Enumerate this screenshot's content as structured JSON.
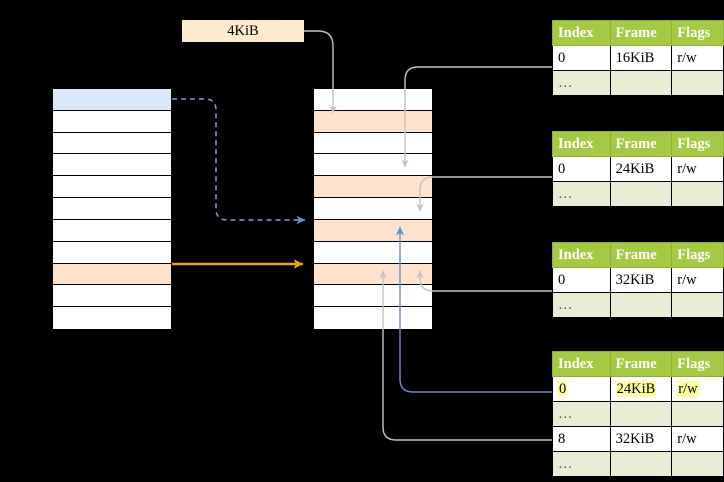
{
  "diagram": {
    "title": "Multi-level page table address translation",
    "background": "#000000",
    "colors": {
      "highlight_blue": "#dbe8f9",
      "highlight_peach": "#fde3cd",
      "header_green": "#a6c943",
      "row_alt_green": "#e8eed6",
      "note_bg": "#fdebcd",
      "arrow_gray": "#c8c8c8",
      "arrow_blue": "#6b8fc9",
      "arrow_orange": "#e8a317",
      "mark_yellow": "#ffffa0"
    }
  },
  "note": {
    "label": "4KiB"
  },
  "memory_left": {
    "name": "virtual-address-space-column",
    "row_count": 11,
    "rows": [
      {
        "index": 0,
        "fill": "blue"
      },
      {
        "index": 1,
        "fill": "none"
      },
      {
        "index": 2,
        "fill": "none"
      },
      {
        "index": 3,
        "fill": "none"
      },
      {
        "index": 4,
        "fill": "none"
      },
      {
        "index": 5,
        "fill": "none"
      },
      {
        "index": 6,
        "fill": "none"
      },
      {
        "index": 7,
        "fill": "none"
      },
      {
        "index": 8,
        "fill": "peach"
      },
      {
        "index": 9,
        "fill": "none"
      },
      {
        "index": 10,
        "fill": "none"
      }
    ]
  },
  "memory_right": {
    "name": "physical-memory-column",
    "row_count": 11,
    "rows": [
      {
        "index": 0,
        "fill": "none"
      },
      {
        "index": 1,
        "fill": "peach"
      },
      {
        "index": 2,
        "fill": "none"
      },
      {
        "index": 3,
        "fill": "none"
      },
      {
        "index": 4,
        "fill": "peach"
      },
      {
        "index": 5,
        "fill": "none"
      },
      {
        "index": 6,
        "fill": "peach"
      },
      {
        "index": 7,
        "fill": "none"
      },
      {
        "index": 8,
        "fill": "peach"
      },
      {
        "index": 9,
        "fill": "none"
      },
      {
        "index": 10,
        "fill": "none"
      }
    ]
  },
  "page_tables": [
    {
      "id": "page-table-1",
      "headers": [
        "Index",
        "Frame",
        "Flags"
      ],
      "rows": [
        {
          "index": "0",
          "frame": "16KiB",
          "flags": "r/w",
          "style": "normal"
        },
        {
          "index": "…",
          "frame": "",
          "flags": "",
          "style": "ellipsis"
        }
      ]
    },
    {
      "id": "page-table-2",
      "headers": [
        "Index",
        "Frame",
        "Flags"
      ],
      "rows": [
        {
          "index": "0",
          "frame": "24KiB",
          "flags": "r/w",
          "style": "normal"
        },
        {
          "index": "…",
          "frame": "",
          "flags": "",
          "style": "ellipsis"
        }
      ]
    },
    {
      "id": "page-table-3",
      "headers": [
        "Index",
        "Frame",
        "Flags"
      ],
      "rows": [
        {
          "index": "0",
          "frame": "32KiB",
          "flags": "r/w",
          "style": "normal"
        },
        {
          "index": "…",
          "frame": "",
          "flags": "",
          "style": "ellipsis"
        }
      ]
    },
    {
      "id": "page-table-4",
      "headers": [
        "Index",
        "Frame",
        "Flags"
      ],
      "rows": [
        {
          "index": "0",
          "frame": "24KiB",
          "flags": "r/w",
          "style": "highlighted"
        },
        {
          "index": "…",
          "frame": "",
          "flags": "",
          "style": "ellipsis"
        },
        {
          "index": "8",
          "frame": "32KiB",
          "flags": "r/w",
          "style": "normal"
        },
        {
          "index": "…",
          "frame": "",
          "flags": "",
          "style": "ellipsis"
        }
      ]
    }
  ],
  "connections": [
    {
      "name": "note-to-frame-1",
      "from": "4KiB label",
      "to": "physical-memory row 1",
      "color": "gray",
      "style": "solid"
    },
    {
      "name": "table1-to-frame-4",
      "from": "page-table-1 row 0",
      "to": "physical-memory row 4",
      "color": "gray",
      "style": "solid"
    },
    {
      "name": "table2-to-frame-6",
      "from": "page-table-2 row 0",
      "to": "physical-memory row 6",
      "color": "gray",
      "style": "solid"
    },
    {
      "name": "table3-to-frame-8",
      "from": "page-table-3 row 0",
      "to": "physical-memory row 8",
      "color": "gray",
      "style": "solid"
    },
    {
      "name": "table4-row8-to-frame-8",
      "from": "page-table-4 row 8",
      "to": "physical-memory row 8",
      "color": "gray",
      "style": "solid"
    },
    {
      "name": "table4-row0-to-frame-6",
      "from": "page-table-4 row 0",
      "to": "physical-memory row 6",
      "color": "blue",
      "style": "solid"
    },
    {
      "name": "virt0-to-frame-6",
      "from": "virtual row 0",
      "to": "physical-memory row 6",
      "color": "blue",
      "style": "dashed"
    },
    {
      "name": "virt8-to-frame-8",
      "from": "virtual row 8",
      "to": "physical-memory row 8",
      "color": "orange",
      "style": "solid"
    }
  ]
}
